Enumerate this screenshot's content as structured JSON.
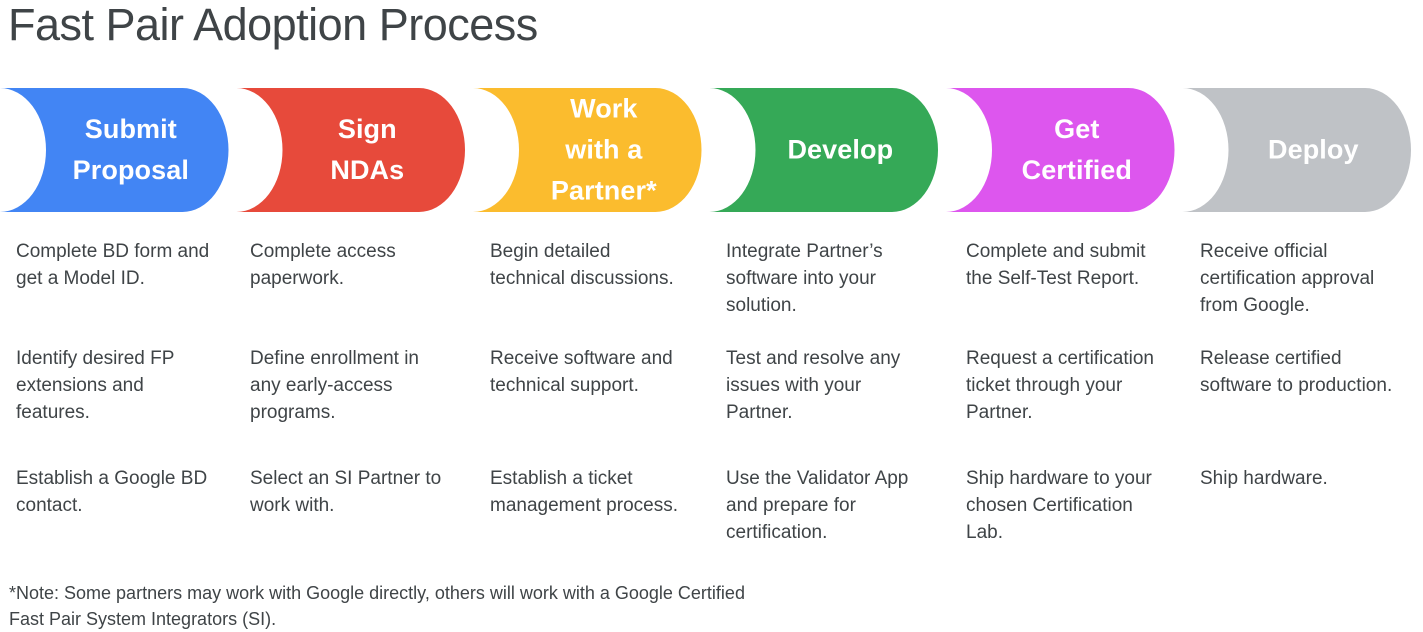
{
  "title": "Fast Pair Adoption Process",
  "colors": {
    "title_text": "#3f4447",
    "body_text": "#3f4447",
    "background": "#ffffff",
    "stage_blue": "#4285f4",
    "stage_red": "#e74a3b",
    "stage_yellow": "#fbbc2e",
    "stage_green": "#35a957",
    "stage_magenta": "#dd56ee",
    "stage_gray": "#bfc2c6",
    "banner_label": "#ffffff"
  },
  "stages": [
    {
      "label": "Submit\nProposal",
      "color": "#4285f4",
      "name": "submit-proposal"
    },
    {
      "label": "Sign\nNDAs",
      "color": "#e74a3b",
      "name": "sign-ndas"
    },
    {
      "label": "Work\nwith a\nPartner*",
      "color": "#fbbc2e",
      "name": "work-with-a-partner"
    },
    {
      "label": "Develop",
      "color": "#35a957",
      "name": "develop"
    },
    {
      "label": "Get\nCertified",
      "color": "#dd56ee",
      "name": "get-certified"
    },
    {
      "label": "Deploy",
      "color": "#bfc2c6",
      "name": "deploy"
    }
  ],
  "rows": [
    [
      "Complete BD form and get a Model ID.",
      "Complete access paperwork.",
      "Begin detailed technical discussions.",
      "Integrate Partner’s software into your solution.",
      "Complete and submit the Self-Test Report.",
      "Receive official certification approval from Google."
    ],
    [
      "Identify desired FP extensions and features.",
      "Define enrollment in any early-access programs.",
      "Receive software and technical support.",
      "Test and resolve any issues with your Partner.",
      "Request a certification ticket through your Partner.",
      "Release certified software to production."
    ],
    [
      "Establish a Google BD contact.",
      "Select an SI Partner to work with.",
      "Establish a ticket management process.",
      "Use the Validator App and prepare for certification.",
      "Ship hardware to your chosen Certification Lab.",
      "Ship hardware."
    ]
  ],
  "footnote": "*Note: Some partners may work with Google directly, others will work with a Google Certified Fast Pair System Integrators (SI)."
}
